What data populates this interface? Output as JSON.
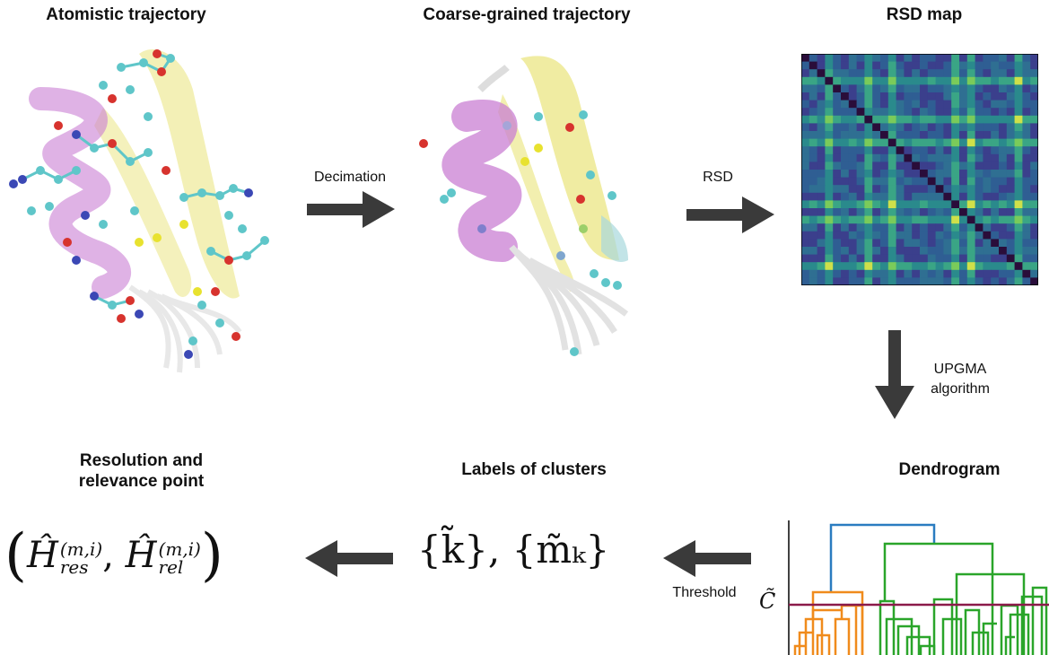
{
  "titles": {
    "atomistic": "Atomistic trajectory",
    "coarse": "Coarse-grained trajectory",
    "rsd_map": "RSD map",
    "resolution_line1": "Resolution and",
    "resolution_line2": "relevance point",
    "labels": "Labels of clusters",
    "dendrogram": "Dendrogram"
  },
  "arrows": {
    "decimation": "Decimation",
    "rsd": "RSD",
    "upgma_line1": "UPGMA",
    "upgma_line2": "algorithm",
    "threshold": "Threshold"
  },
  "formulas": {
    "labels_set": "{k̃}, {m̃ₖ}",
    "point_H": "Ĥ",
    "point_sup": "(m,i)",
    "point_sub_res": "res",
    "point_sub_rel": "rel",
    "threshold_symbol": "C̃"
  },
  "colors": {
    "arrow": "#3a3a3a",
    "helix": "#c97fd3",
    "sheet": "#eae47a",
    "bead_cyan": "#5fc6c9",
    "bead_red": "#d7332e",
    "bead_blue": "#3b48b5",
    "bead_yellow": "#e8e22f",
    "dendro_orange": "#f08b1c",
    "dendro_green": "#2aa52a",
    "dendro_blue": "#2a7cc0",
    "threshold_line": "#8b1a4a"
  }
}
